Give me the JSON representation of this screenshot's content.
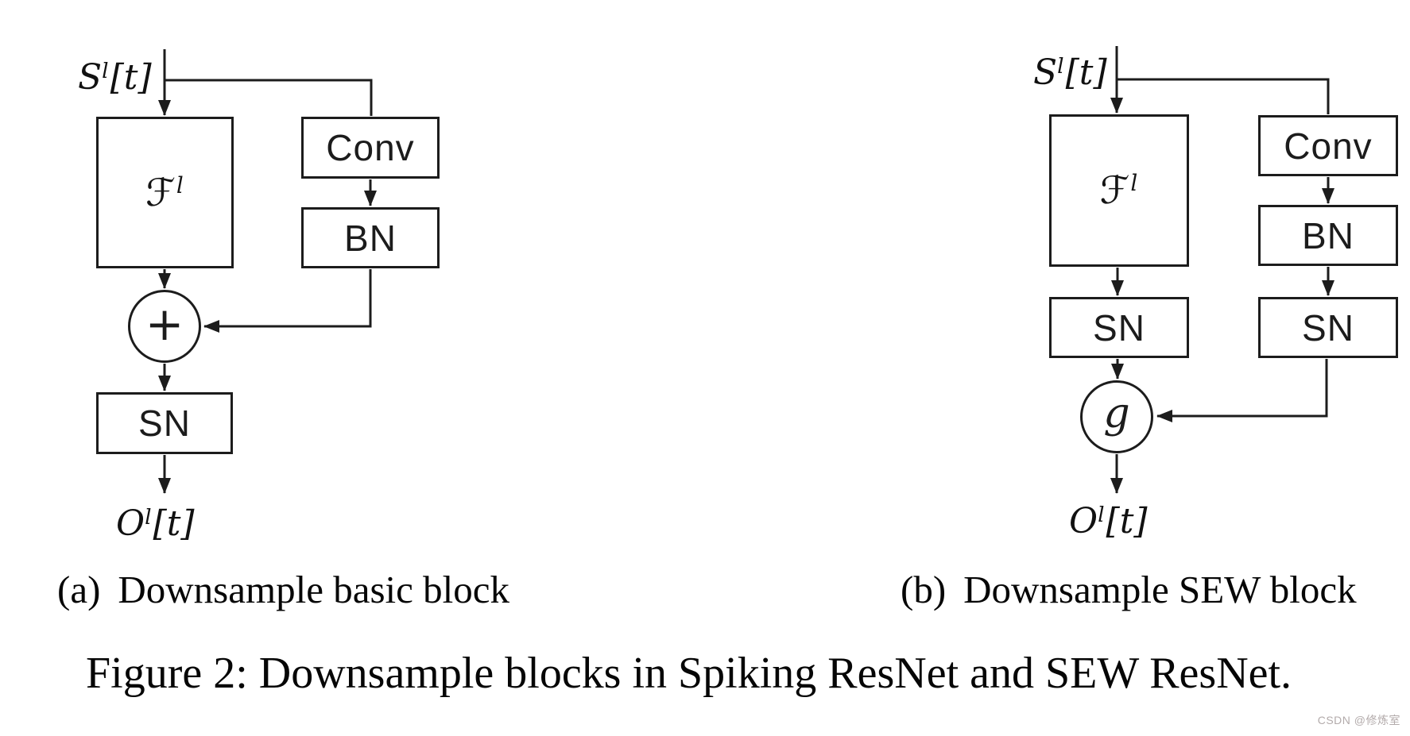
{
  "figure": {
    "caption": "Figure 2: Downsample blocks in Spiking ResNet and SEW ResNet.",
    "watermark": "CSDN @修炼室"
  },
  "colors": {
    "ink": "#1c1c1c",
    "background": "#ffffff",
    "watermark_gray": "#b3abab"
  },
  "diagram_a": {
    "caption": {
      "label": "(a)",
      "text": "Downsample basic block"
    },
    "input": {
      "base": "S",
      "sup": "l",
      "index": "[t]"
    },
    "output": {
      "base": "O",
      "sup": "l",
      "index": "[t]"
    },
    "blocks": {
      "f": {
        "base": "ℱ",
        "sup": "l"
      },
      "conv": "Conv",
      "bn": "BN",
      "sn": "SN",
      "combine": "+"
    }
  },
  "diagram_b": {
    "caption": {
      "label": "(b)",
      "text": "Downsample SEW block"
    },
    "input": {
      "base": "S",
      "sup": "l",
      "index": "[t]"
    },
    "output": {
      "base": "O",
      "sup": "l",
      "index": "[t]"
    },
    "blocks": {
      "f": {
        "base": "ℱ",
        "sup": "l"
      },
      "conv": "Conv",
      "bn": "BN",
      "sn_left": "SN",
      "sn_right": "SN",
      "combine": "g"
    }
  }
}
